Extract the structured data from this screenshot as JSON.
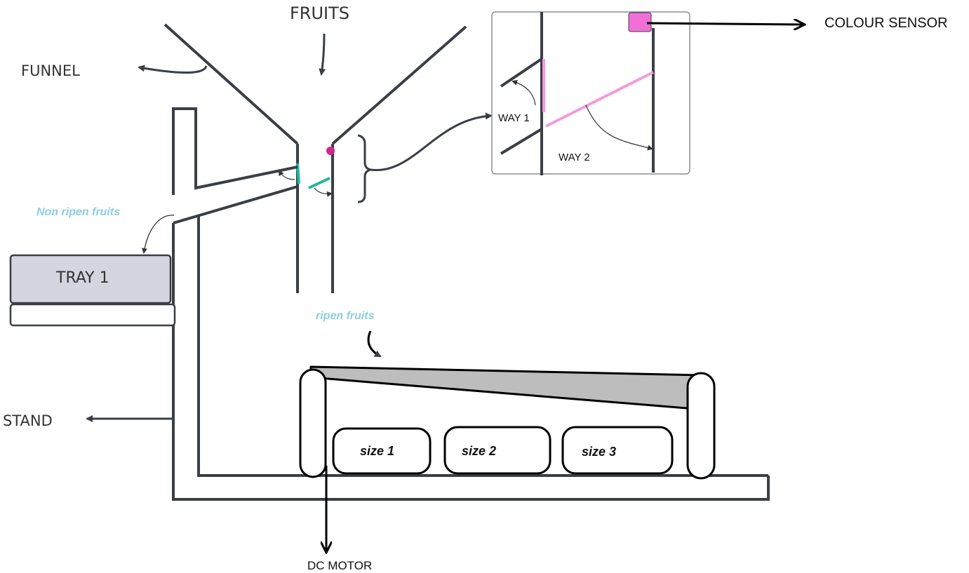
{
  "labels": {
    "fruits": "FRUITS",
    "funnel": "FUNNEL",
    "colour_sensor": "COLOUR SENSOR",
    "way1": "WAY 1",
    "way2": "WAY 2",
    "non_ripen": "Non ripen fruits",
    "tray1": "TRAY 1",
    "ripen": "ripen fruits",
    "stand": "STAND",
    "size1": "size 1",
    "size2": "size 2",
    "size3": "size 3",
    "dc_motor": "DC MOTOR"
  },
  "colors": {
    "structure": "#3a3f46",
    "flap": "#1fb89a",
    "sensor": "#f070d8",
    "sensor_dot": "#d0258c",
    "tray": "#d3d6de",
    "belt": "#bdbdbd",
    "cyan_text": "#8ccfe0"
  }
}
